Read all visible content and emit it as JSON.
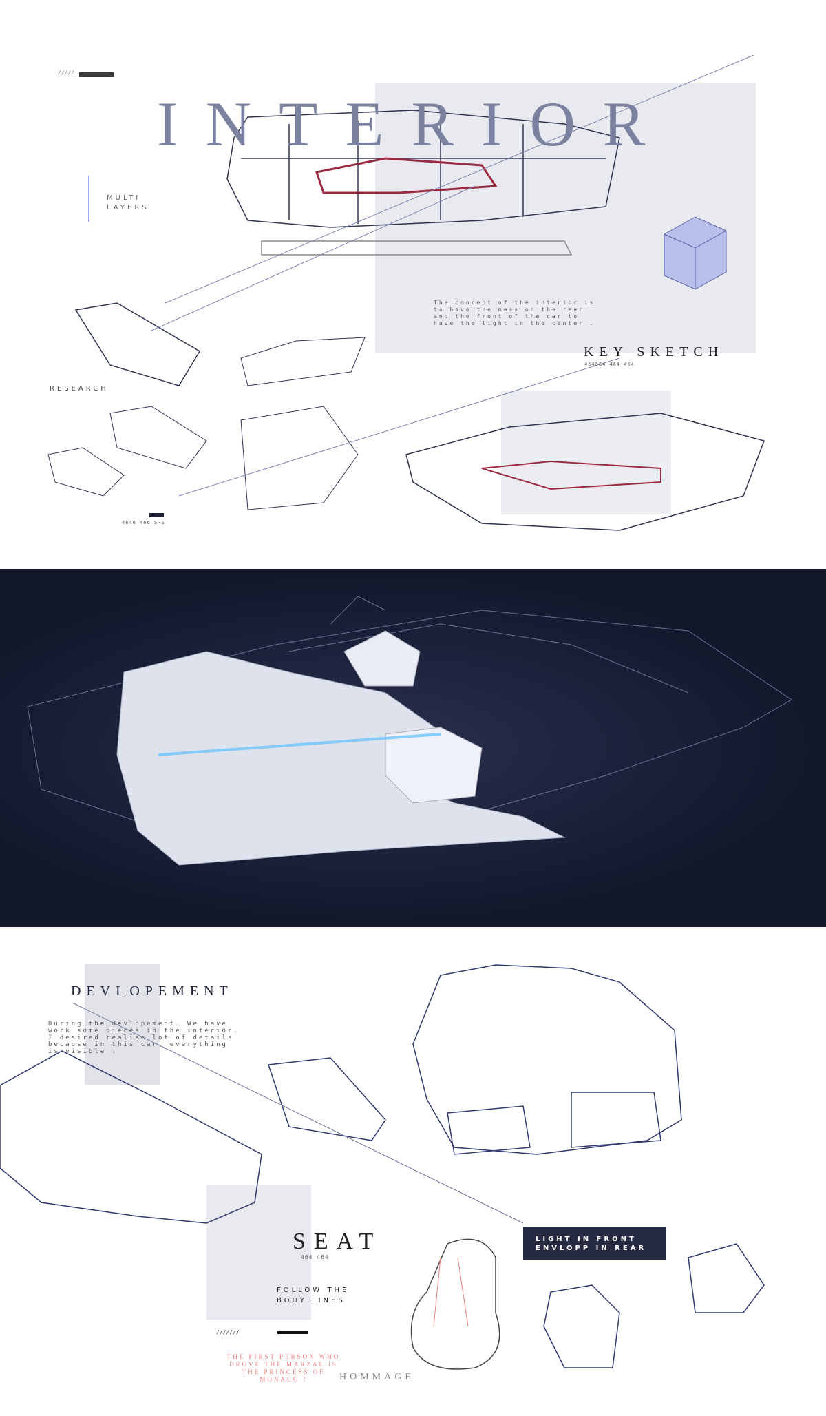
{
  "section_interior": {
    "title": "INTERIOR",
    "marks": "/////",
    "subtitle_line1": "MULTI",
    "subtitle_line2": "LAYERS",
    "concept_text": "The concept of the interior is to have the mass on the rear and the front of the car to have the light in the center .",
    "key_sketch_title": "KEY SKETCH",
    "key_sketch_code": "464664 464 464",
    "research_label": "RESEARCH",
    "research_code": "4646 466 S-S"
  },
  "section_render": {
    "background": "#12172b"
  },
  "section_development": {
    "title": "DEVLOPEMENT",
    "text": "During the devlopement. We have work some pieces in the interior. I desired realise lot of details because in this car, everything is visible !",
    "seat_title": "SEAT",
    "seat_code": "464 464",
    "seat_caption_line1": "FOLLOW THE",
    "seat_caption_line2": "BODY LINES",
    "marks": "///////",
    "hommage_text": "THE FIRST PERSON WHO DROVE THE MARZAL IS THE PRINCESS OF MONACO !",
    "hommage_label": "HOMMAGE",
    "callout_line1": "LIGHT IN FRONT",
    "callout_line2": "ENVLOPP IN REAR"
  },
  "colors": {
    "title": "#7a82a0",
    "panel": "#e9eaf0",
    "dark": "#252a40",
    "accent_red": "#f07c7c",
    "accent_line": "#a3aae6"
  }
}
